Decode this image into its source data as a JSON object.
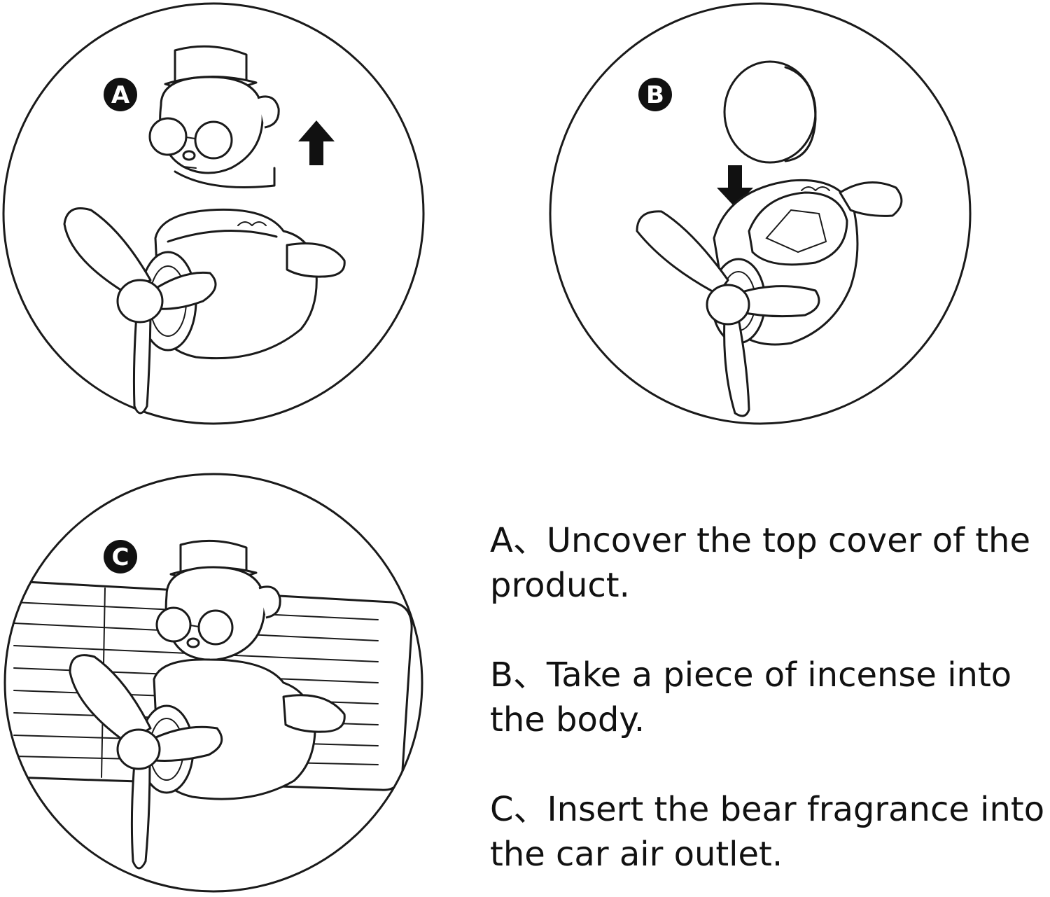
{
  "panels": [
    {
      "label": "A",
      "step_text": "A、Uncover the top cover of the product.",
      "arrow": "up-arrow"
    },
    {
      "label": "B",
      "step_text": "B、Take a piece of incense into the body.",
      "arrow": "down-arrow"
    },
    {
      "label": "C",
      "step_text": "C、Insert the bear fragrance into the car air outlet.",
      "arrow": ""
    }
  ],
  "colors": {
    "ink": "#1a1a1a",
    "background": "#ffffff"
  }
}
